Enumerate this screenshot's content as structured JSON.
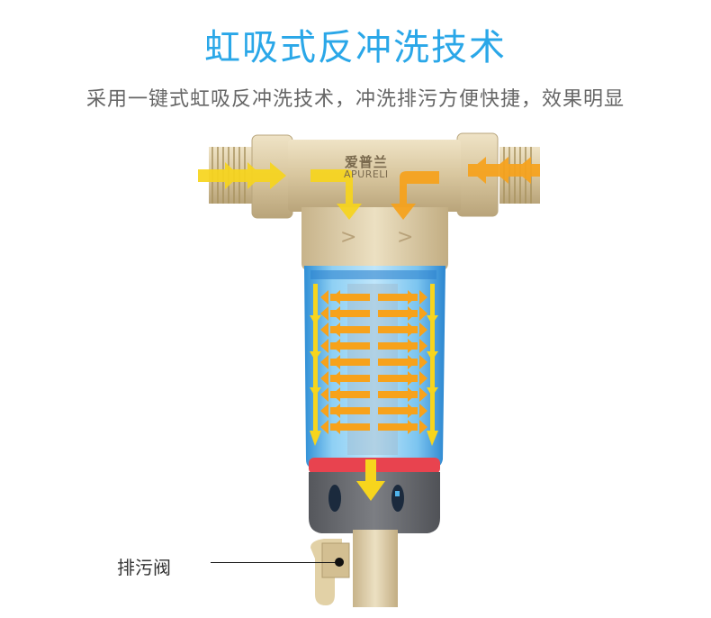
{
  "header": {
    "title": "虹吸式反冲洗技术",
    "subtitle": "采用一键式虹吸反冲洗技术，冲洗排污方便快捷，效果明显"
  },
  "product": {
    "brand_cn": "爱普兰",
    "brand_en": "APURELI",
    "callouts": [
      {
        "label": "排污阀"
      }
    ]
  },
  "colors": {
    "title": "#2aa7e8",
    "subtitle": "#666666",
    "brass": "#d9c9a3",
    "bowl": "#4fb3ea",
    "arrow_yellow": "#f7d51d",
    "arrow_orange": "#f7a21b",
    "ring_red": "#e8434f",
    "cap_gray": "#6e7075"
  }
}
